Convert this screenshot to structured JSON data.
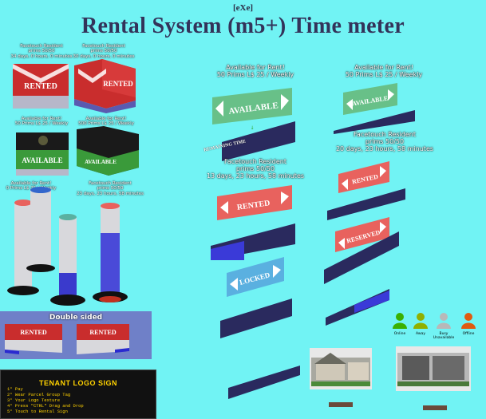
{
  "header": {
    "brand": "[eXe]",
    "title": "Rental System (m5+) Time meter"
  },
  "left_cubes": {
    "cap1": [
      "Facetouch Resident",
      "prims 50/50",
      "34 days, 0 hours, 0 minutes"
    ],
    "cap2": [
      "Facetouch Resident",
      "prims 50/50",
      "30 days, 0 hours, 0 minutes"
    ],
    "cap3": [
      "Available for Rent!",
      "50 Prims L$ 25 / Weekly"
    ],
    "cap4": [
      "Available for Rent!",
      "500 Prims L$ 25 / Weekly"
    ],
    "rented": "RENTED",
    "available": "AVAILABLE"
  },
  "tubes": {
    "cap1": [
      "Available for Rent!",
      "0 Prims L$ 25 / Weekly"
    ],
    "cap2": [
      "Facetouch Resident",
      "prims 50/50",
      "23 days, 23 hours, 58 minutes"
    ]
  },
  "double_sided": {
    "title": "Double sided",
    "label": "RENTED"
  },
  "tenant": {
    "title": "TENANT LOGO SIGN",
    "steps": [
      "1° Pay",
      "2° Wear Parcel Group Tag",
      "3° Your Logo Texture",
      "4° Press \"CTRL\" Drag and Drop",
      "5° Touch to Rental Sign"
    ]
  },
  "center": {
    "cap_avail": [
      "Available for Rent!",
      "50 Prims L$ 25 / Weekly"
    ],
    "available": "AVAILABLE",
    "remaining": "REMAINING TIME",
    "cap_rented": [
      "Facetouch Resident",
      "prims 50/50",
      "13 days, 23 hours, 58 minutes"
    ],
    "rented": "RENTED",
    "locked": "LOCKED"
  },
  "right": {
    "cap_avail": [
      "Available for Rent!",
      "50 Prims L$ 25 / Weekly"
    ],
    "available": "AVAILABLE",
    "cap_rented": [
      "Facetouch Resident",
      "prims 50/50",
      "20 days, 23 hours, 58 minutes"
    ],
    "rented": "RENTED",
    "reserved": "RESERVED"
  },
  "status_icons": [
    {
      "label": "Online",
      "color": "#3ab000"
    },
    {
      "label": "Away",
      "color": "#90b000"
    },
    {
      "label": "Busy Unavailable",
      "color": "#b8b8b8"
    },
    {
      "label": "Offline",
      "color": "#e05a10"
    }
  ],
  "colors": {
    "background": "#71f3f4",
    "rented": "#e8625e",
    "available": "#68c088",
    "locked": "#5ab0e0",
    "navy": "#2a2a6e"
  }
}
